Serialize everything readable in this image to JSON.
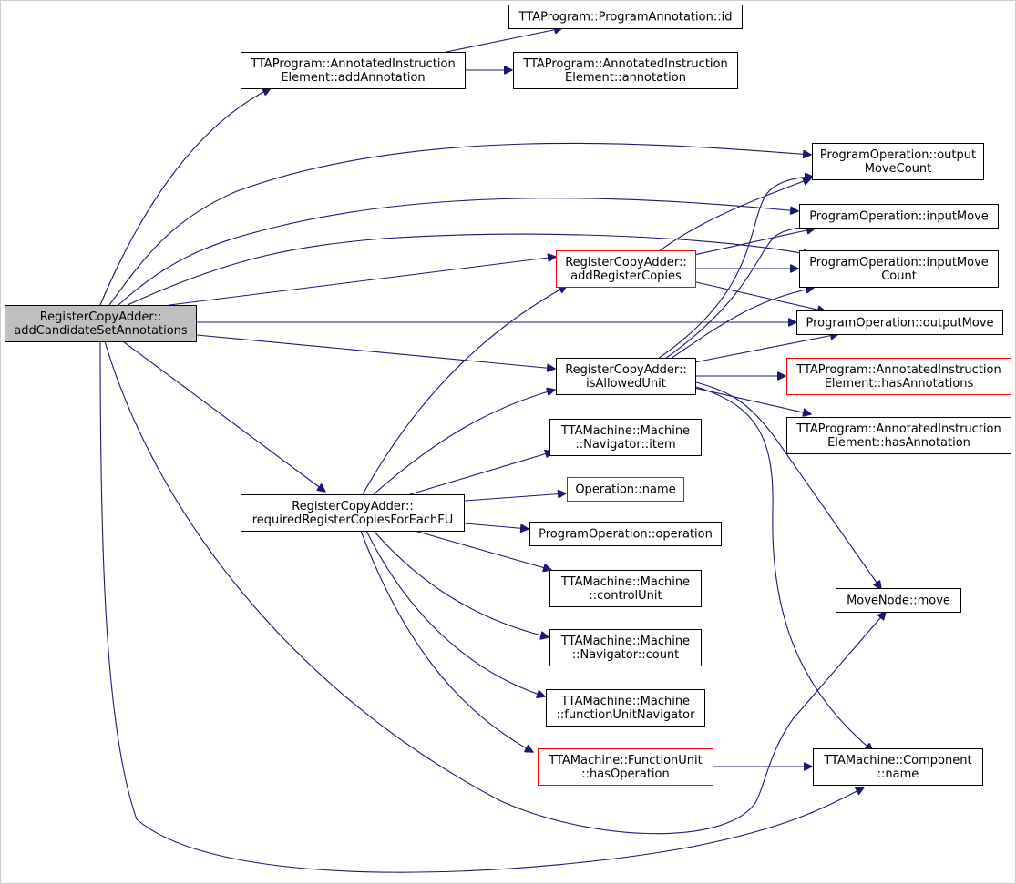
{
  "graph": {
    "colors": {
      "edge": "#191970",
      "root_fill": "#bfbfbf",
      "highlight_border": "#ff0000",
      "node_border": "#000000"
    },
    "nodes": {
      "root": {
        "lines": [
          "RegisterCopyAdder::",
          "addCandidateSetAnnotations"
        ]
      },
      "addAnnotation": {
        "lines": [
          "TTAProgram::AnnotatedInstruction",
          "Element::addAnnotation"
        ]
      },
      "progAnnId": {
        "lines": [
          "TTAProgram::ProgramAnnotation::id"
        ]
      },
      "annotation": {
        "lines": [
          "TTAProgram::AnnotatedInstruction",
          "Element::annotation"
        ]
      },
      "outputMoveCount": {
        "lines": [
          "ProgramOperation::output",
          "MoveCount"
        ]
      },
      "inputMove": {
        "lines": [
          "ProgramOperation::inputMove"
        ]
      },
      "addRegisterCopies": {
        "lines": [
          "RegisterCopyAdder::",
          "addRegisterCopies"
        ]
      },
      "inputMoveCount": {
        "lines": [
          "ProgramOperation::inputMove",
          "Count"
        ]
      },
      "outputMove": {
        "lines": [
          "ProgramOperation::outputMove"
        ]
      },
      "isAllowedUnit": {
        "lines": [
          "RegisterCopyAdder::",
          "isAllowedUnit"
        ]
      },
      "hasAnnotations": {
        "lines": [
          "TTAProgram::AnnotatedInstruction",
          "Element::hasAnnotations"
        ]
      },
      "hasAnnotation": {
        "lines": [
          "TTAProgram::AnnotatedInstruction",
          "Element::hasAnnotation"
        ]
      },
      "navItem": {
        "lines": [
          "TTAMachine::Machine",
          "::Navigator::item"
        ]
      },
      "required": {
        "lines": [
          "RegisterCopyAdder::",
          "requiredRegisterCopiesForEachFU"
        ]
      },
      "operationName": {
        "lines": [
          "Operation::name"
        ]
      },
      "progOperation": {
        "lines": [
          "ProgramOperation::operation"
        ]
      },
      "controlUnit": {
        "lines": [
          "TTAMachine::Machine",
          "::controlUnit"
        ]
      },
      "moveNodeMove": {
        "lines": [
          "MoveNode::move"
        ]
      },
      "navCount": {
        "lines": [
          "TTAMachine::Machine",
          "::Navigator::count"
        ]
      },
      "fuNavigator": {
        "lines": [
          "TTAMachine::Machine",
          "::functionUnitNavigator"
        ]
      },
      "hasOperation": {
        "lines": [
          "TTAMachine::FunctionUnit",
          "::hasOperation"
        ]
      },
      "componentName": {
        "lines": [
          "TTAMachine::Component",
          "::name"
        ]
      }
    }
  }
}
